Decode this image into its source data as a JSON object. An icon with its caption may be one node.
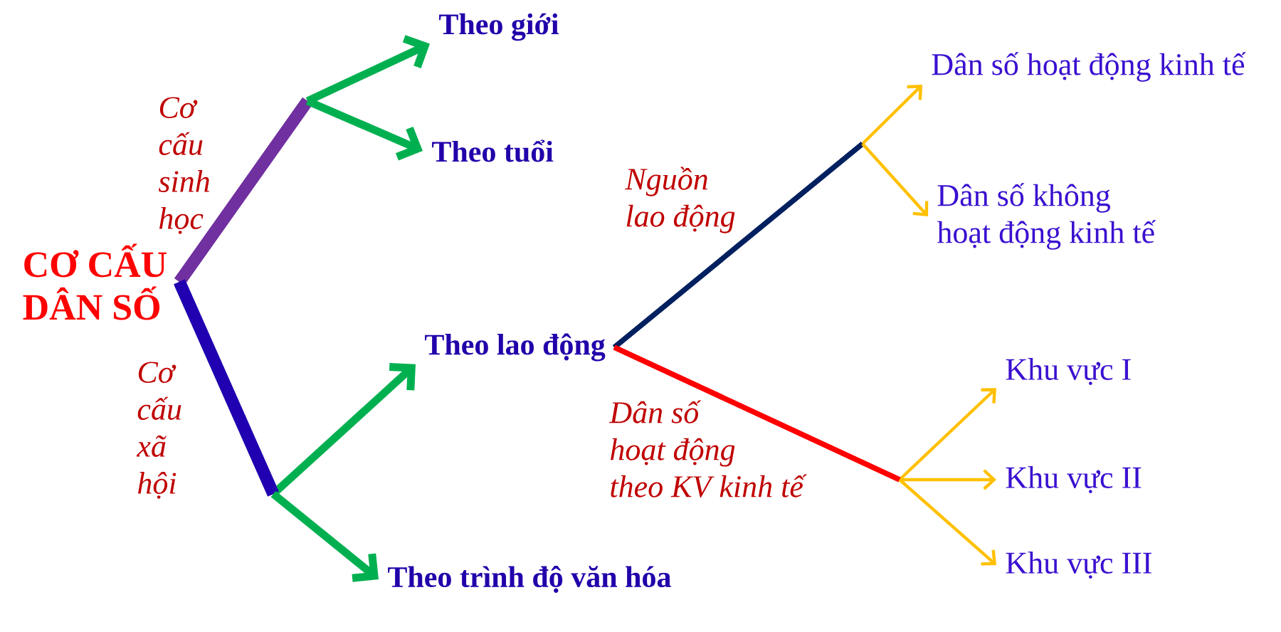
{
  "diagram": {
    "nodes": [
      {
        "text": [
          "CƠ CẤU DÂN SỐ"
        ]
      },
      {
        "text": [
          "Theo giới"
        ]
      },
      {
        "text": [
          "Theo tuổi"
        ]
      },
      {
        "text": [
          "Theo lao động"
        ]
      },
      {
        "text": [
          "Theo trình độ văn hóa"
        ]
      },
      {
        "text": [
          "Dân số hoạt động kinh tế"
        ]
      },
      {
        "text": [
          "Dân số không hoạt động kinh tế"
        ]
      },
      {
        "text": [
          "Khu vực I"
        ]
      },
      {
        "text": [
          "Khu vực II"
        ]
      },
      {
        "text": [
          "Khu vực III"
        ]
      }
    ],
    "edges": [
      {
        "from": 0,
        "to": 1,
        "arrow": "to",
        "label": "Cơ cấu sinh học",
        "style": "thick",
        "color": "#7030a0"
      },
      {
        "from": 0,
        "to": 2,
        "arrow": "to",
        "style": "thick",
        "color": "#7030a0"
      },
      {
        "from": 0,
        "to": 3,
        "arrow": "to",
        "label": "Cơ cấu xã hội",
        "style": "thick",
        "color": "#2000b0"
      },
      {
        "from": 0,
        "to": 4,
        "arrow": "to",
        "style": "thick",
        "color": "#2000b0"
      },
      {
        "from": 3,
        "to": 5,
        "arrow": "to",
        "label": "Nguồn lao động",
        "color": "#002060"
      },
      {
        "from": 3,
        "to": 6,
        "arrow": "to",
        "color": "#002060"
      },
      {
        "from": 3,
        "to": 7,
        "arrow": "to",
        "label": "Dân số hoạt động theo KV kinh tế"
      },
      {
        "from": 3,
        "to": 8,
        "arrow": "to"
      },
      {
        "from": 3,
        "to": 9,
        "arrow": "to"
      }
    ]
  }
}
